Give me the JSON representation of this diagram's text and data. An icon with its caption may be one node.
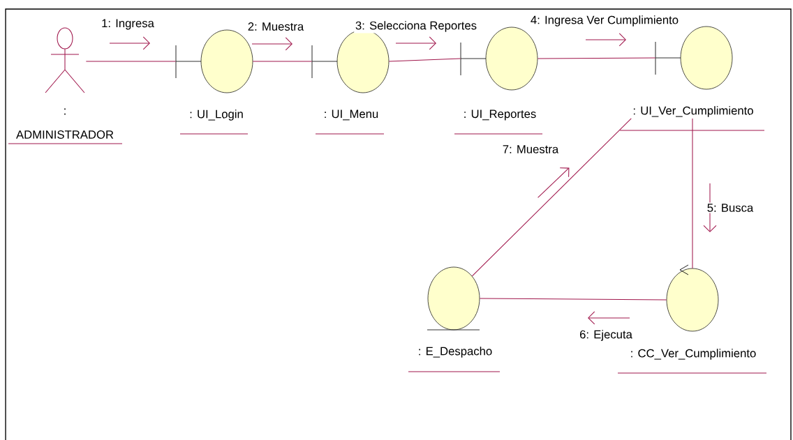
{
  "diagram": {
    "nodes": [
      {
        "text": [
          ":",
          "ADMINISTRADOR"
        ]
      },
      {
        "text": [
          ": UI_Login"
        ]
      },
      {
        "text": [
          ": UI_Menu"
        ]
      },
      {
        "text": [
          ": UI_Reportes"
        ]
      },
      {
        "text": [
          ": UI_Ver_Cumplimiento"
        ]
      },
      {
        "text": [
          ": CC_Ver_Cumplimiento"
        ]
      },
      {
        "text": [
          ": E_Despacho"
        ]
      }
    ],
    "edges": [
      {
        "from": 0,
        "to": 1,
        "arrow": "none",
        "label": "1: Ingresa"
      },
      {
        "from": 1,
        "to": 2,
        "arrow": "none",
        "label": "2: Muestra"
      },
      {
        "from": 2,
        "to": 3,
        "arrow": "none",
        "label": "3: Selecciona Reportes"
      },
      {
        "from": 3,
        "to": 4,
        "arrow": "none",
        "label": "4: Ingresa Ver Cumplimiento"
      },
      {
        "from": 4,
        "to": 5,
        "arrow": "none",
        "label": "5: Busca"
      },
      {
        "from": 5,
        "to": 6,
        "arrow": "none",
        "label": "6: Ejecuta"
      },
      {
        "from": 6,
        "to": 4,
        "arrow": "none",
        "label": "7: Muestra"
      }
    ]
  }
}
